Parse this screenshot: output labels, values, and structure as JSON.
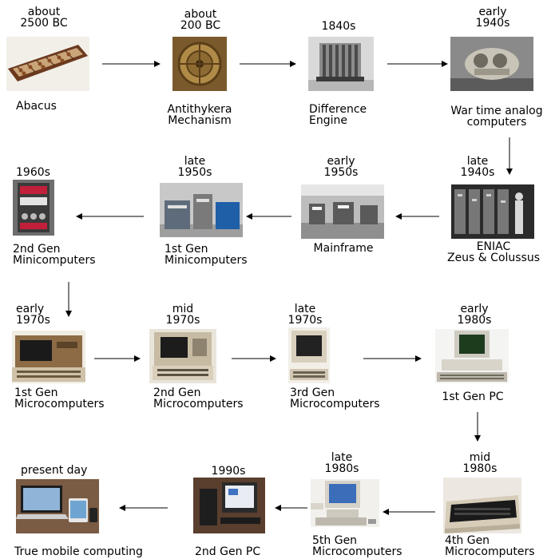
{
  "stages": [
    {
      "era": "about\n2500 BC",
      "label": "Abacus",
      "icon": "abacus-image"
    },
    {
      "era": "about\n200 BC",
      "label": "Antithykera\nMechanism",
      "icon": "antikythera-mechanism-image"
    },
    {
      "era": "1840s",
      "label": "Difference\nEngine",
      "icon": "difference-engine-image"
    },
    {
      "era": "early\n1940s",
      "label": "War time analog\ncomputers",
      "icon": "analog-computer-image"
    },
    {
      "era": "late\n1940s",
      "label": "ENIAC\nZeus & Colussus",
      "icon": "eniac-image"
    },
    {
      "era": "early\n1950s",
      "label": "Mainframe",
      "icon": "mainframe-image"
    },
    {
      "era": "late\n1950s",
      "label": "1st Gen\nMinicomputers",
      "icon": "minicomputer-1st-gen-image"
    },
    {
      "era": "1960s",
      "label": "2nd Gen\nMinicomputers",
      "icon": "minicomputer-2nd-gen-image"
    },
    {
      "era": "early\n1970s",
      "label": "1st Gen\nMicrocomputers",
      "icon": "microcomputer-1st-gen-image"
    },
    {
      "era": "mid\n1970s",
      "label": "2nd Gen\nMicrocomputers",
      "icon": "microcomputer-2nd-gen-image"
    },
    {
      "era": "late\n1970s",
      "label": "3rd Gen\nMicrocomputers",
      "icon": "microcomputer-3rd-gen-image"
    },
    {
      "era": "early\n1980s",
      "label": "1st Gen PC",
      "icon": "pc-1st-gen-image"
    },
    {
      "era": "mid\n1980s",
      "label": "4th Gen\nMicrocomputers",
      "icon": "microcomputer-4th-gen-image"
    },
    {
      "era": "late\n1980s",
      "label": "5th Gen\nMicrocomputers",
      "icon": "microcomputer-5th-gen-image"
    },
    {
      "era": "1990s",
      "label": "2nd Gen PC",
      "icon": "pc-2nd-gen-image"
    },
    {
      "era": "present day",
      "label": "True mobile computing",
      "icon": "mobile-devices-image"
    }
  ],
  "colors": {
    "background": "#ffffff",
    "text": "#000000",
    "arrow": "#000000"
  }
}
